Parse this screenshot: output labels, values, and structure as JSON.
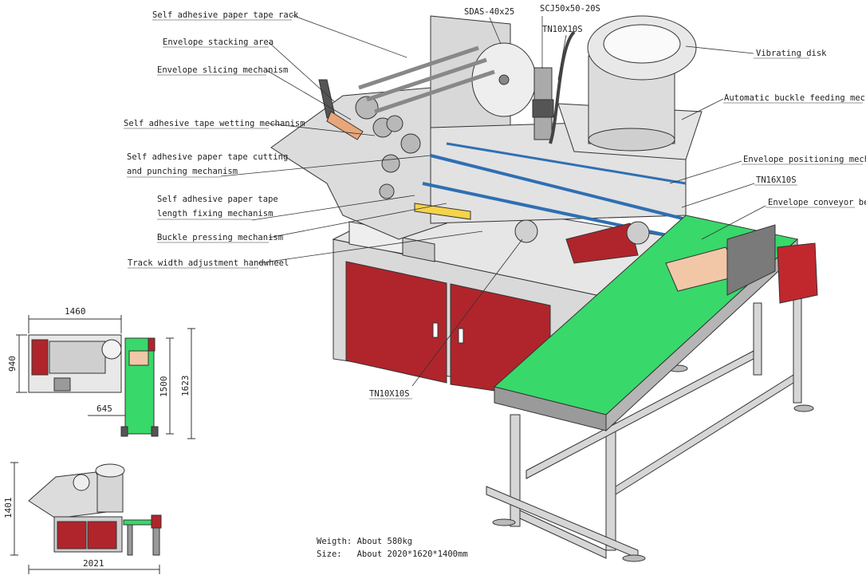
{
  "labels": {
    "tape_rack": "Self adhesive paper tape rack",
    "stacking": "Envelope stacking area",
    "slicing": "Envelope slicing mechanism",
    "wetting": "Self adhesive tape wetting mechanism",
    "cutting_1": "Self adhesive paper tape cutting",
    "cutting_2": "and punching mechanism",
    "length_1": "Self adhesive paper tape",
    "length_2": "length fixing mechanism",
    "buckle_press": "Buckle pressing mechanism",
    "handwheel": "Track width adjustment handwheel",
    "sdas": "SDAS-40x25",
    "scj": "SCJ50x50-20S",
    "tn10_top": "TN10X10S",
    "vibrating": "Vibrating disk",
    "buckle_feed": "Automatic buckle feeding mechanism",
    "positioning": "Envelope positioning mechanism",
    "tn16": "TN16X10S",
    "conveyor": "Envelope conveyor belt",
    "tn10_bottom": "TN10X10S"
  },
  "dimensions": {
    "width_top": "1460",
    "height_left": "940",
    "h1500": "1500",
    "h1623": "1623",
    "w645": "645",
    "h1401": "1401",
    "w2021": "2021"
  },
  "specs": {
    "weight_label": "Weigth:",
    "weight_value": "About 580kg",
    "size_label": "Size:",
    "size_value": "About 2020*1620*1400mm"
  },
  "colors": {
    "cabinet_red": "#b0252b",
    "belt_green": "#39d86a",
    "frame_gray": "#c9c9c9",
    "blue_rail": "#2f6fb3"
  }
}
